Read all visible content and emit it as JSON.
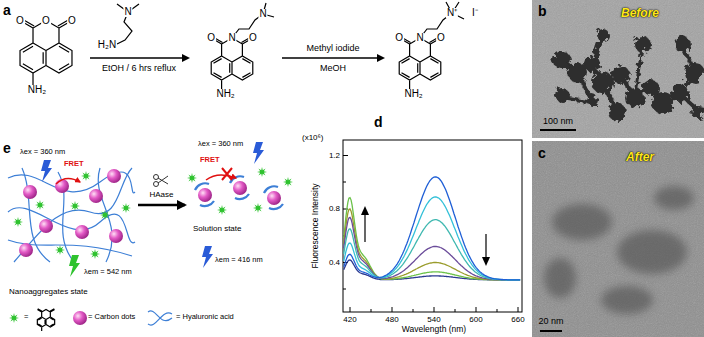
{
  "diagram": {
    "nodes": [
      {
        "text": [
          "Nanoaggregates state"
        ]
      },
      {
        "text": [
          "Solution state"
        ]
      }
    ],
    "edges": [
      {
        "from": 0,
        "to": 1,
        "label": "HAase",
        "arrow": "to"
      }
    ],
    "labels": [
      "a",
      "O",
      "O",
      "O",
      "NH₂",
      "N",
      "H₂N",
      "EtOH / 6 hrs reflux",
      "O",
      "N",
      "O",
      "N",
      "NH₂",
      "Methyl iodide",
      "MeOH",
      "O",
      "N",
      "O",
      "N⁺",
      "I⁻",
      "NH₂",
      "b",
      "Before",
      "100 nm",
      "c",
      "After",
      "20 nm",
      "d",
      "(x10⁶)",
      "1.2",
      "0.8",
      "0.4",
      "Fluorescence Intensity",
      "420",
      "480",
      "540",
      "600",
      "660",
      "Wavelength (nm)",
      "e",
      "λex = 360 nm",
      "FRET",
      "λem = 542 nm",
      "λex = 360 nm",
      "FRET",
      "λem = 416 nm"
    ],
    "legend": [
      {
        "text": "="
      },
      {
        "text": "= Carbon dots"
      },
      {
        "text": "= Hyaluronic acid"
      }
    ]
  }
}
